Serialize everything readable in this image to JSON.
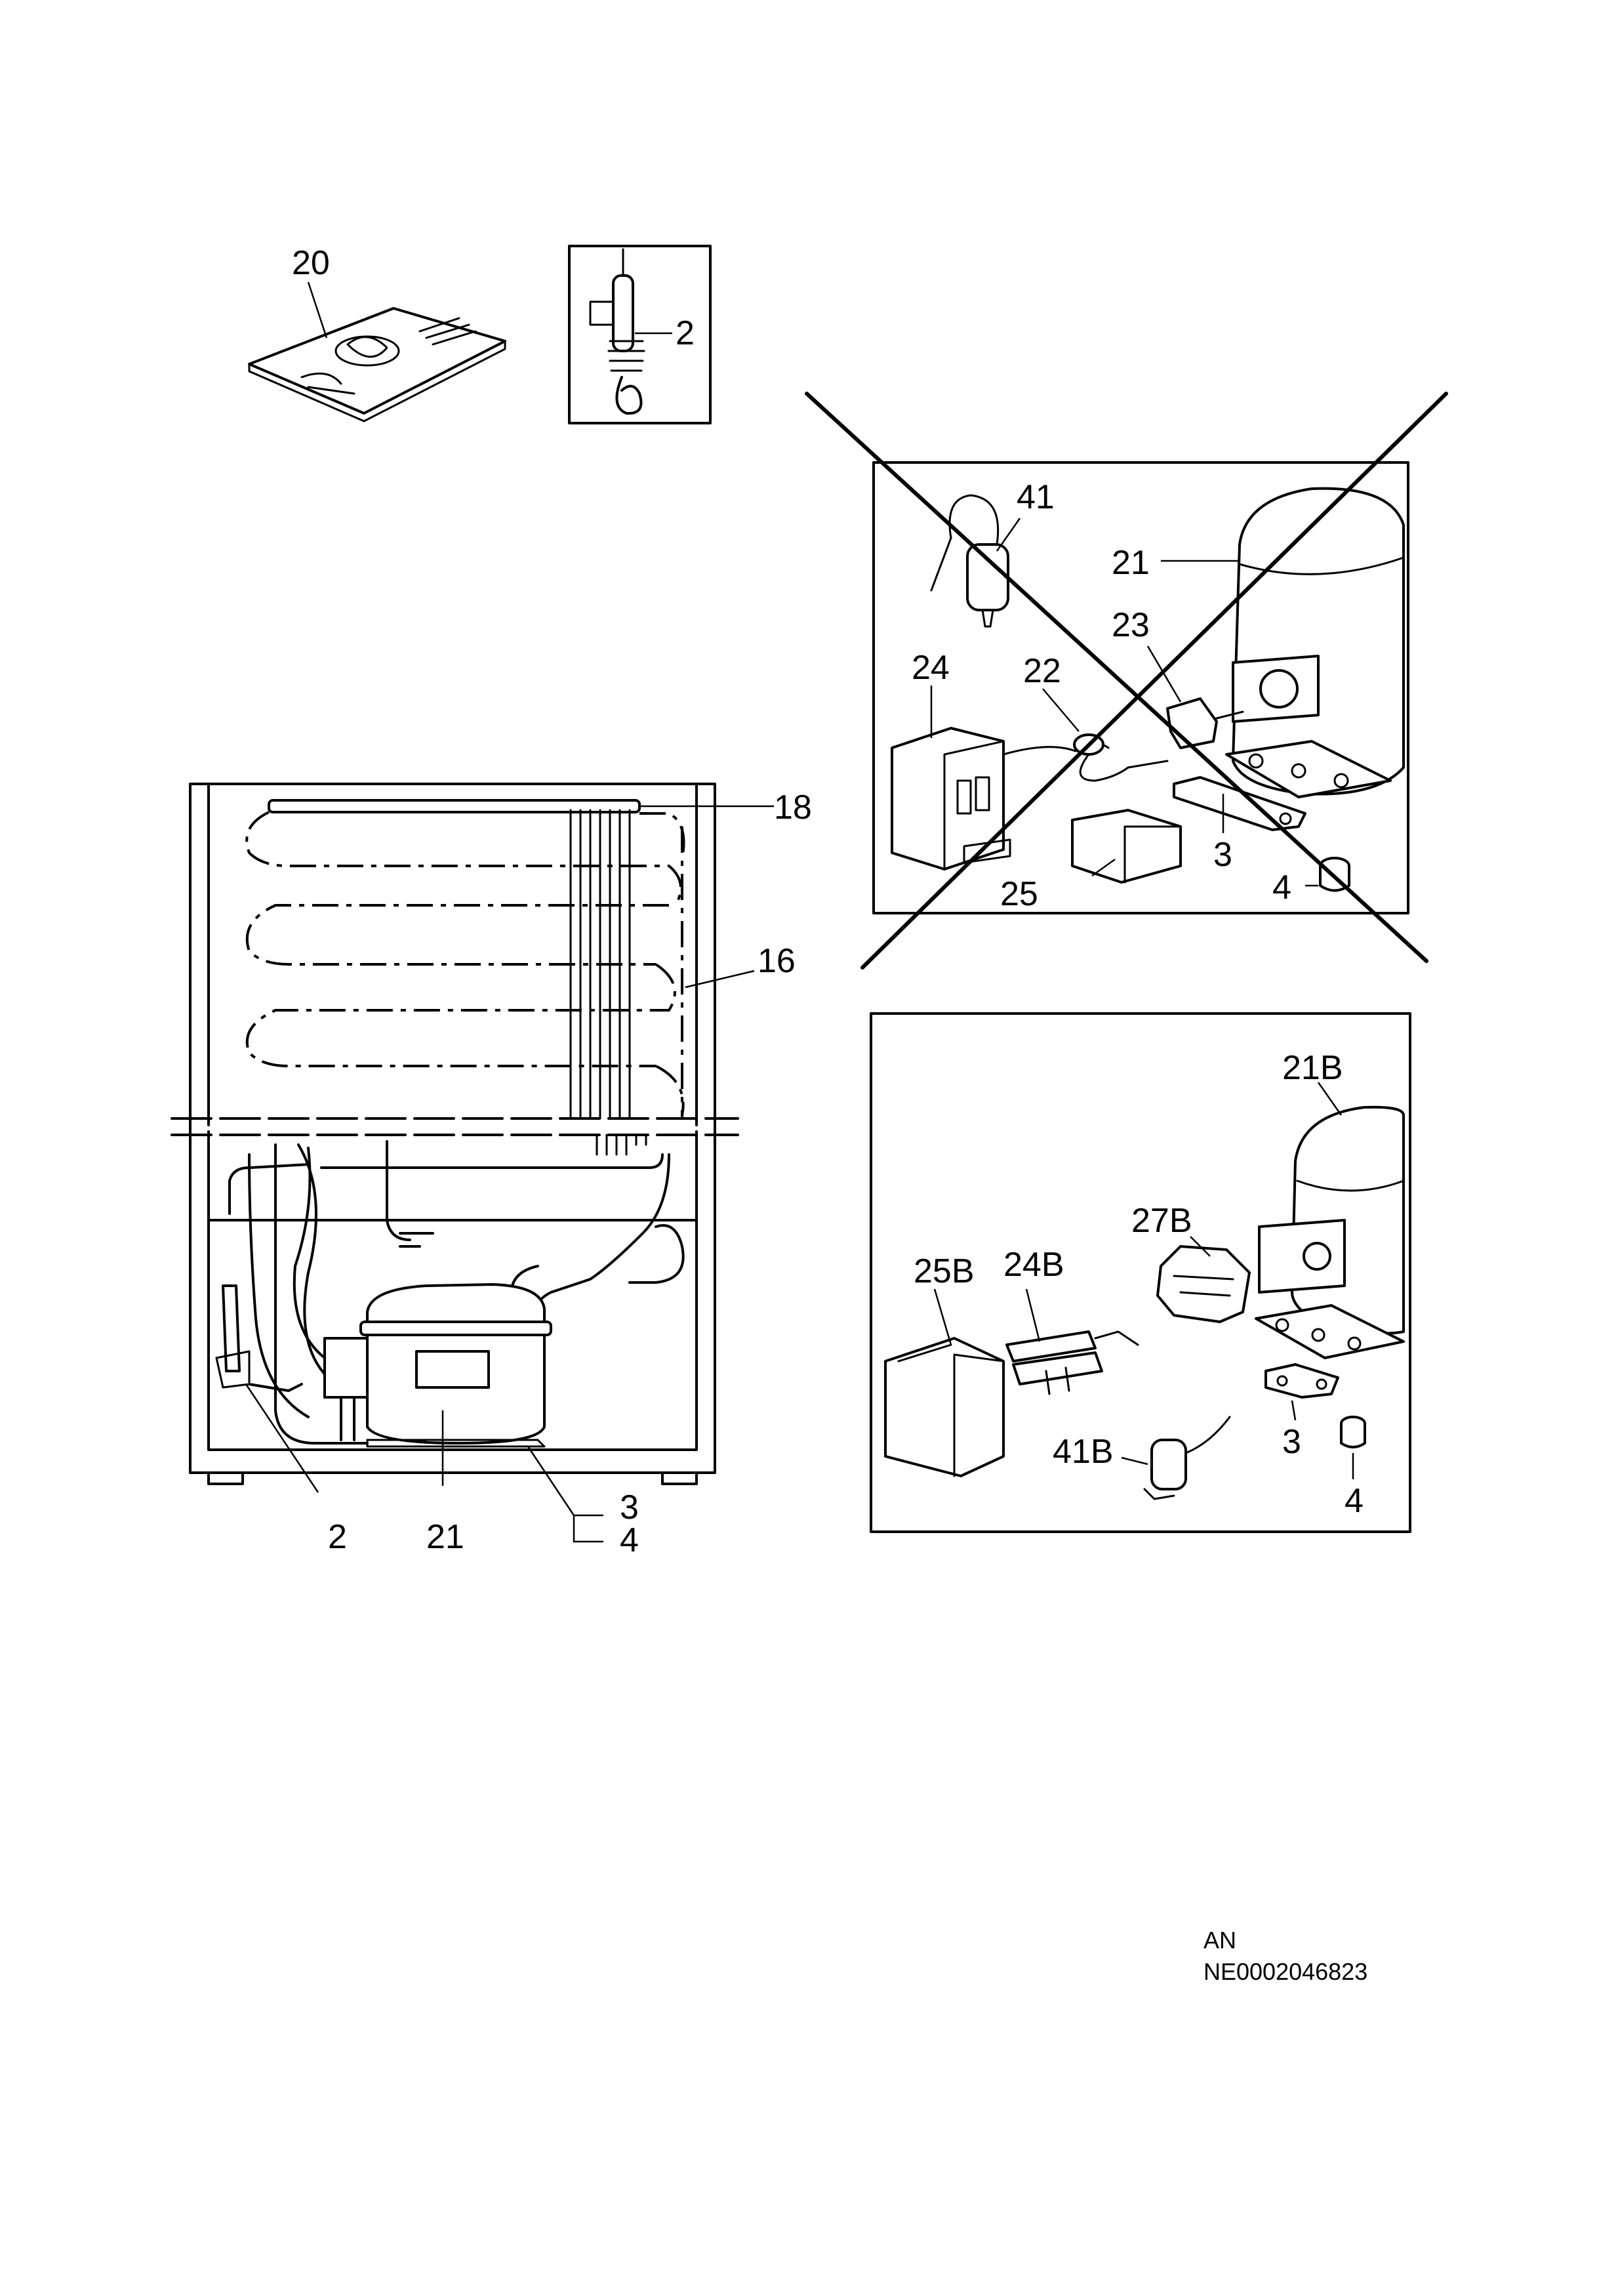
{
  "labels": {
    "manual": "20",
    "sensor_inset": "2",
    "old_capacitor": "41",
    "old_compressor": "21",
    "old_overload": "23",
    "old_relay_box": "24",
    "old_cable": "22",
    "old_bracket": "3",
    "old_cover": "25",
    "old_grommet": "4",
    "condenser_top": "18",
    "condenser": "16",
    "sensor_main": "2",
    "compressor_main": "21",
    "bracket_main": "3",
    "grommet_main": "4",
    "new_compressor": "21B",
    "new_relay": "27B",
    "new_cover": "25B",
    "new_starter": "24B",
    "new_capacitor": "41B",
    "new_bracket": "3",
    "new_grommet": "4"
  },
  "footer": {
    "line1": "AN",
    "line2": "NE0002046823"
  }
}
